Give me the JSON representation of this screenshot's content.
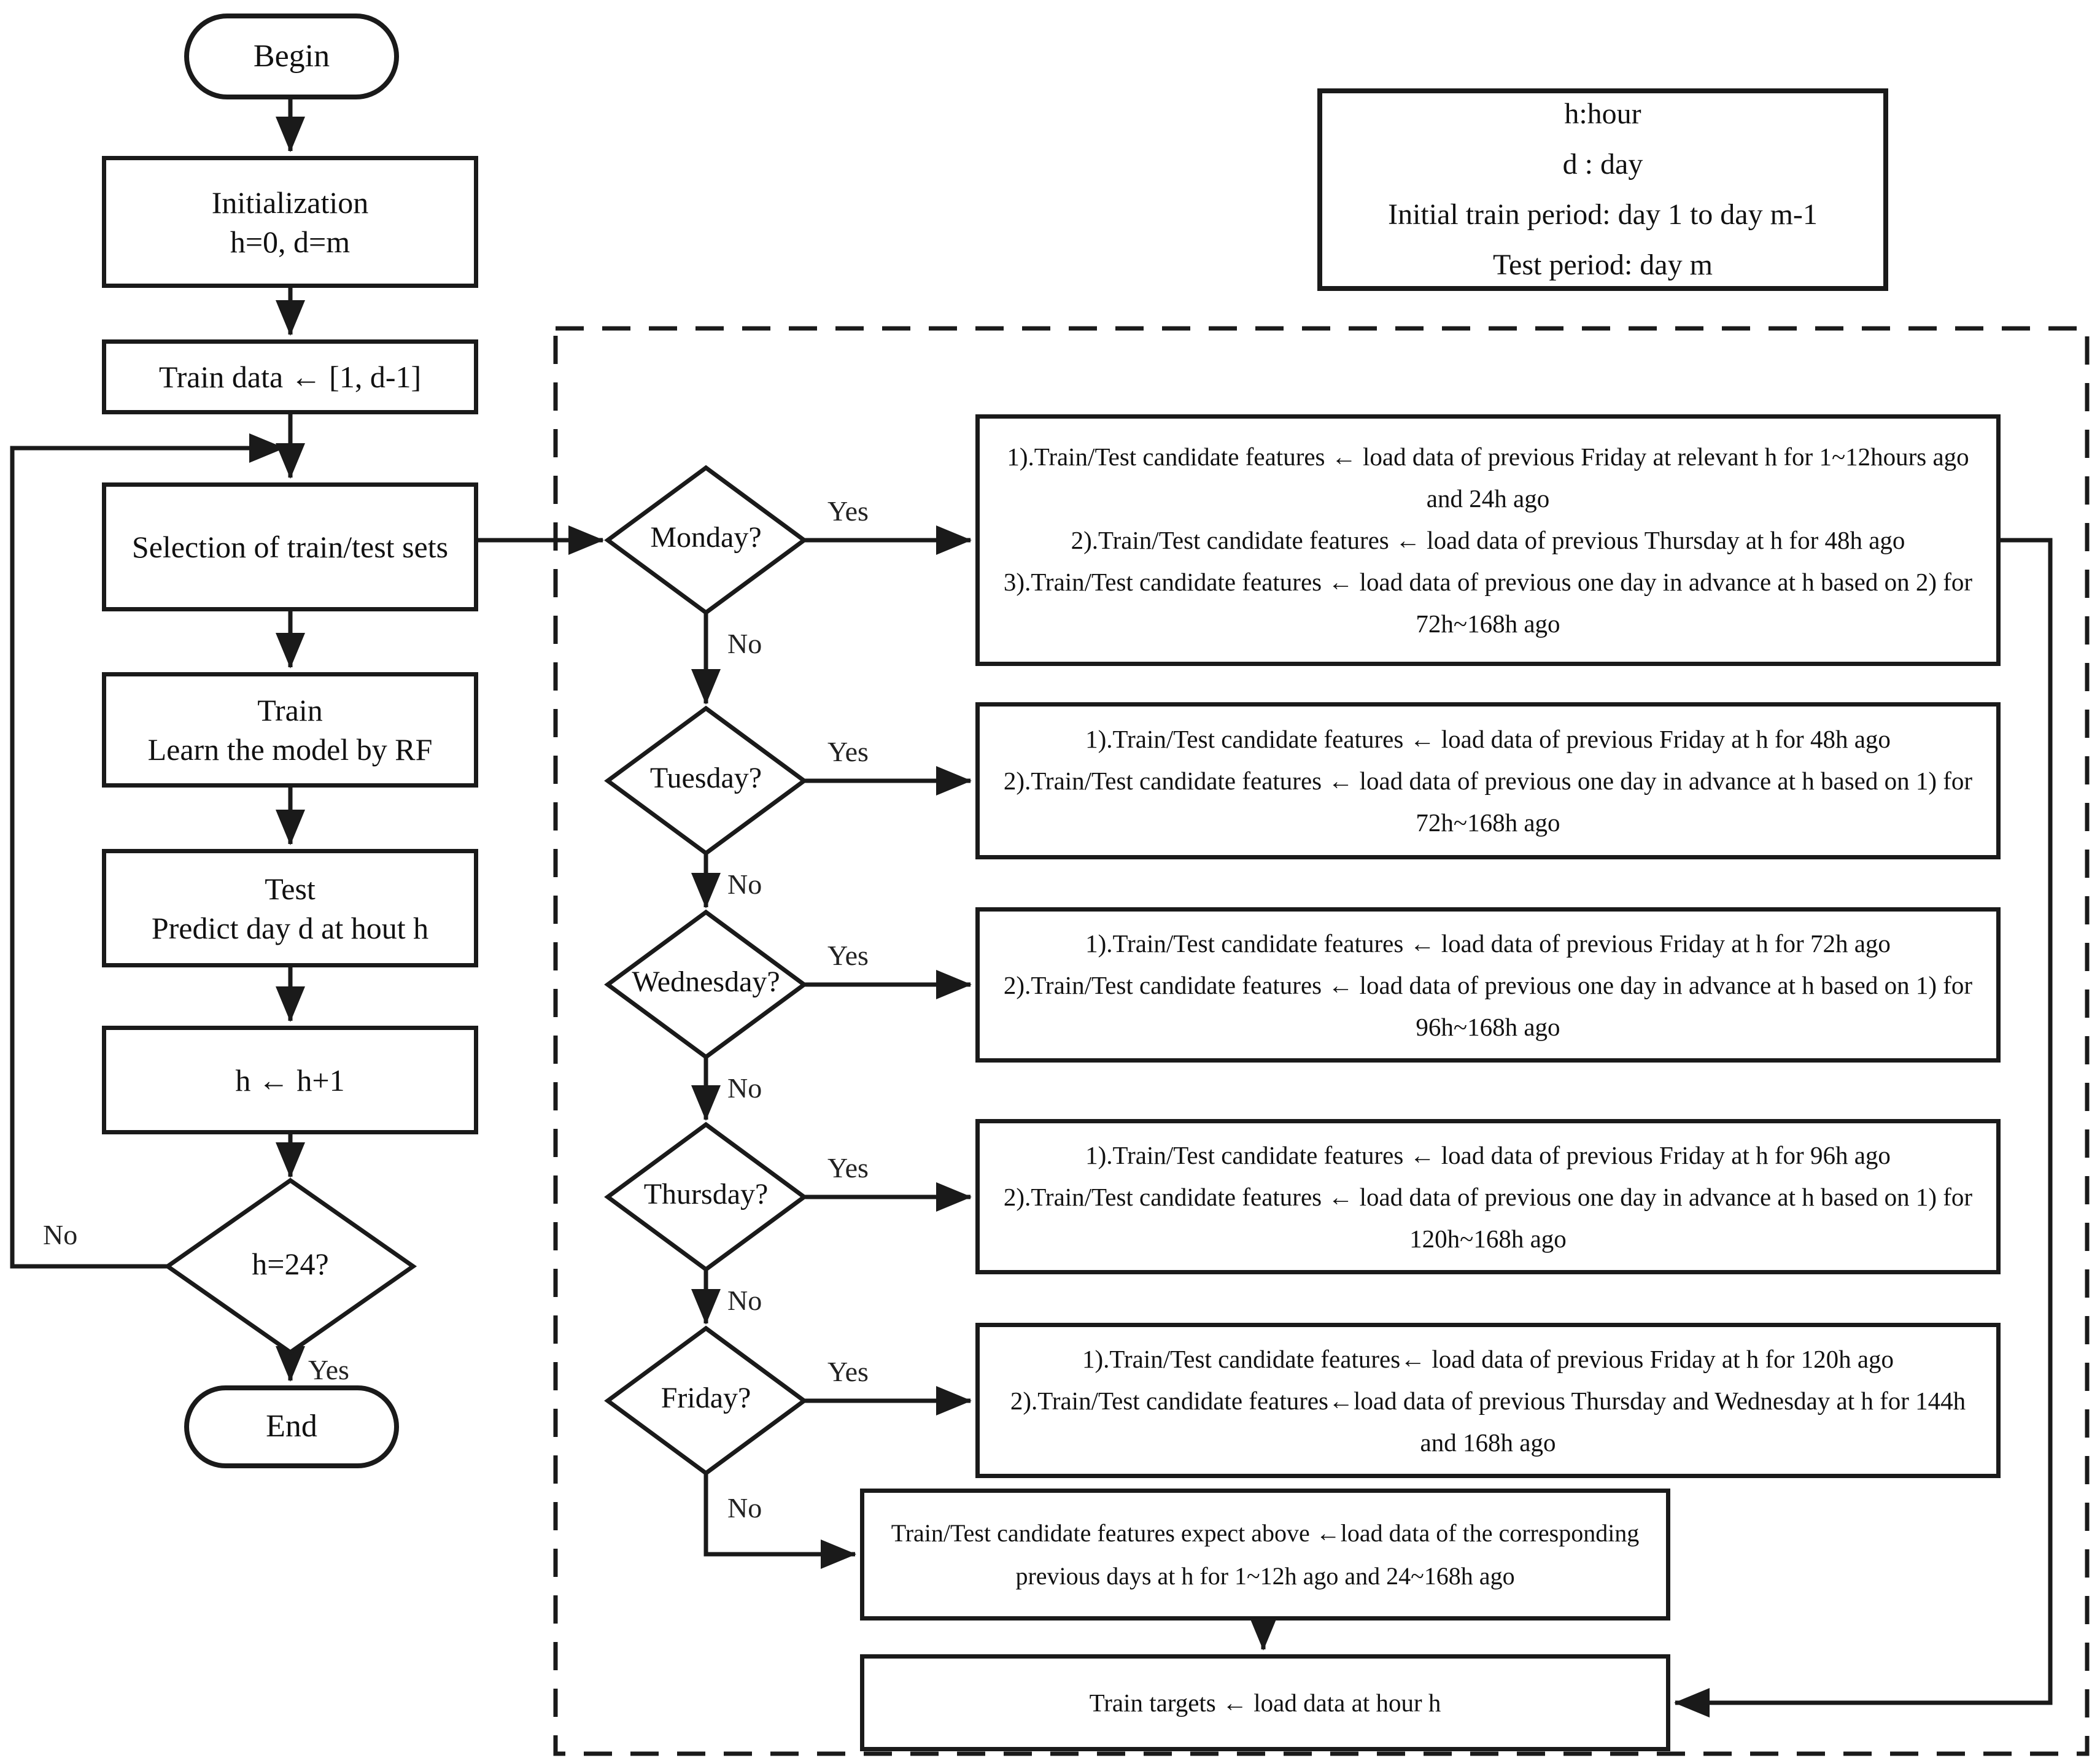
{
  "figure": {
    "colors": {
      "stroke": "#1a1a1a",
      "background": "#ffffff"
    },
    "legend": {
      "line1": "h:hour",
      "line2": "d : day",
      "line3": "Initial train period: day 1 to day m-1",
      "line4": "Test period: day m"
    },
    "left_flow": {
      "begin": "Begin",
      "init": {
        "line1": "Initialization",
        "line2": "h=0, d=m"
      },
      "train_data": "Train data ← [1, d-1]",
      "selection": "Selection of train/test sets",
      "train": {
        "line1": "Train",
        "line2": "Learn the model by RF"
      },
      "test": {
        "line1": "Test",
        "line2": "Predict day d at hout h"
      },
      "increment": "h ← h+1",
      "loop_check": {
        "label": "h=24?",
        "yes": "Yes",
        "no": "No"
      },
      "end": "End"
    },
    "decisions": {
      "monday": {
        "label": "Monday?",
        "yes": "Yes",
        "no": "No"
      },
      "tuesday": {
        "label": "Tuesday?",
        "yes": "Yes",
        "no": "No"
      },
      "wednesday": {
        "label": "Wednesday?",
        "yes": "Yes",
        "no": "No"
      },
      "thursday": {
        "label": "Thursday?",
        "yes": "Yes",
        "no": "No"
      },
      "friday": {
        "label": "Friday?",
        "yes": "Yes",
        "no": "No"
      }
    },
    "right_boxes": {
      "monday": {
        "items": [
          "1).Train/Test candidate features ← load data of previous Friday at relevant h for 1~12hours ago and 24h ago",
          "2).Train/Test candidate features ← load data of previous Thursday at h for 48h ago",
          "3).Train/Test candidate features ← load data of previous one day in advance at h based on 2) for 72h~168h ago"
        ]
      },
      "tuesday": {
        "items": [
          "1).Train/Test candidate features ← load data of previous Friday at h for 48h ago",
          "2).Train/Test candidate features ← load data of previous one day in advance at h based on 1) for 72h~168h ago"
        ]
      },
      "wednesday": {
        "items": [
          "1).Train/Test candidate features ← load data of previous Friday at h for 72h ago",
          "2).Train/Test candidate features ← load data of previous one day in advance at h based on 1) for 96h~168h ago"
        ]
      },
      "thursday": {
        "items": [
          "1).Train/Test candidate features ← load data of previous Friday at h for 96h ago",
          "2).Train/Test candidate features ← load data of previous one day in advance at h based on 1) for 120h~168h ago"
        ]
      },
      "friday": {
        "items": [
          "1).Train/Test candidate features← load data of previous Friday at h for 120h ago",
          "2).Train/Test candidate features←load data of previous Thursday and Wednesday at h for 144h and 168h ago"
        ]
      },
      "except_above": "Train/Test candidate features expect above ←load data of the corresponding previous days at h for 1~12h ago and 24~168h ago",
      "train_targets": "Train targets ← load data at hour h"
    }
  }
}
